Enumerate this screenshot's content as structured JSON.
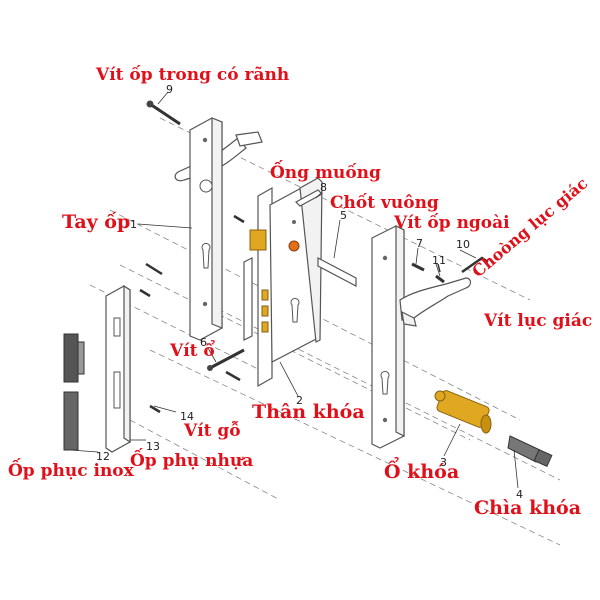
{
  "labels": {
    "vit_op_trong": "Vít ốp trong có rãnh",
    "tay_op": "Tay ốp",
    "ong_muong": "Ống muống",
    "chot_vuong": "Chốt vuông",
    "vit_op_ngoai": "Vít ốp ngoài",
    "choong_luc_giac": "Choòng lục giác",
    "vit_luc_giac": "Vít lục giác",
    "vit_o": "Vít ổ",
    "than_khoa": "Thân khóa",
    "vit_go": "Vít gỗ",
    "op_phu_nhua": "Ốp phụ nhựa",
    "op_phuc_inox": "Ốp phục inox",
    "o_khoa": "Ổ khóa",
    "chia_khoa": "Chìa khóa"
  },
  "numbers": {
    "n1": "1",
    "n2": "2",
    "n3": "3",
    "n4": "4",
    "n5": "5",
    "n6": "6",
    "n7": "7",
    "n8": "8",
    "n9": "9",
    "n10": "10",
    "n11": "11",
    "n12": "12",
    "n13": "13",
    "n14": "14"
  },
  "colors": {
    "label_red": "#e0101a",
    "brass": "#e0a820",
    "orange_hole": "#e07018",
    "outline": "#555555"
  }
}
